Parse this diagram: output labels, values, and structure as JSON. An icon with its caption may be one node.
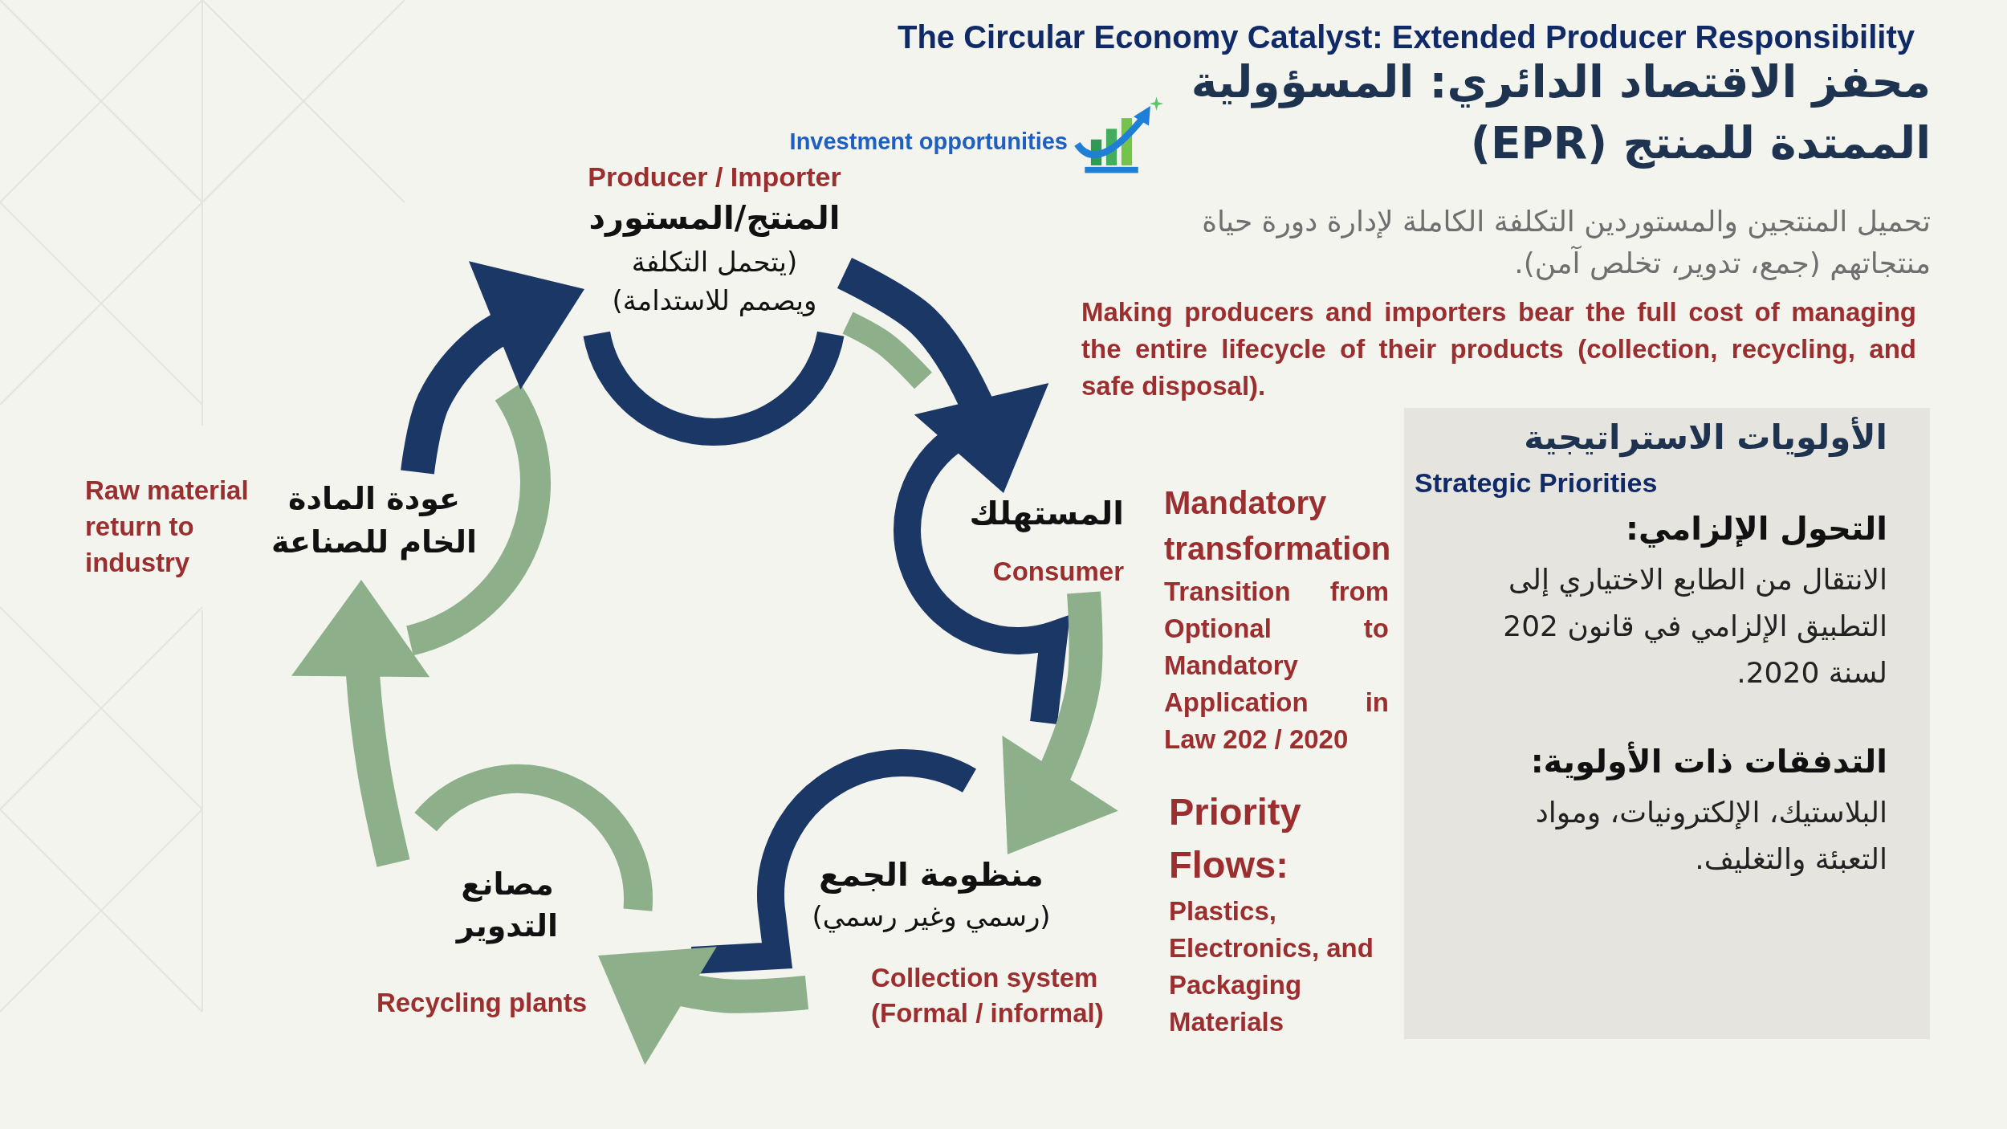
{
  "diagram": {
    "title": "The Circular Economy Catalyst: Extended Producer Responsibility",
    "nodes": [
      {
        "text": [
          "المنتج/المستورد",
          "(يتحمل التكلفة ويصمم للاستدامة)"
        ],
        "beside": [
          "Producer / Importer"
        ]
      },
      {
        "text": [
          "المستهلك"
        ],
        "beside": [
          "Consumer"
        ]
      },
      {
        "text": [
          "منظومة الجمع",
          "(رسمي وغير رسمي)"
        ],
        "beside": [
          "Collection system (Formal / informal)"
        ]
      },
      {
        "text": [
          "مصانع التدوير"
        ],
        "beside": [
          "Recycling plants"
        ]
      },
      {
        "text": [
          "عودة المادة الخام للصناعة"
        ],
        "beside": [
          "Raw material return to industry"
        ]
      },
      {
        "text": [
          "الأولويات الاستراتيجية",
          "Strategic Priorities",
          "التحول الإلزامي:",
          "الانتقال من الطابع الاختياري إلى التطبيق الإلزامي في قانون 202 لسنة 2020.",
          "التدفقات ذات الأولوية:",
          "البلاستيك، الإلكترونيات، ومواد التعبئة والتغليف."
        ]
      }
    ],
    "edges": [
      {
        "from": 4,
        "to": 0,
        "arrow": "to",
        "color": "#1b3766"
      },
      {
        "from": 0,
        "to": 1,
        "arrow": "to",
        "color": "#1b3766"
      },
      {
        "from": 1,
        "to": 2,
        "arrow": "to"
      },
      {
        "from": 2,
        "to": 3,
        "arrow": "to"
      },
      {
        "from": 3,
        "to": 4,
        "arrow": "to"
      }
    ],
    "labels": [
      "محفز الاقتصاد الدائري: المسؤولية الممتدة للمنتج (EPR)",
      "Investment opportunities",
      "تحميل المنتجين والمستوردين التكلفة الكاملة لإدارة دورة حياة منتجاتهم (جمع، تدوير، تخلص آمن).",
      "Making producers and importers bear the full cost of managing the entire lifecycle of their products (collection, recycling, and safe disposal).",
      "Mandatory transformation",
      "Transition from Optional to Mandatory Application in Law 202 / 2020",
      "Priority Flows:",
      "Plastics, Electronics, and Packaging Materials"
    ]
  }
}
